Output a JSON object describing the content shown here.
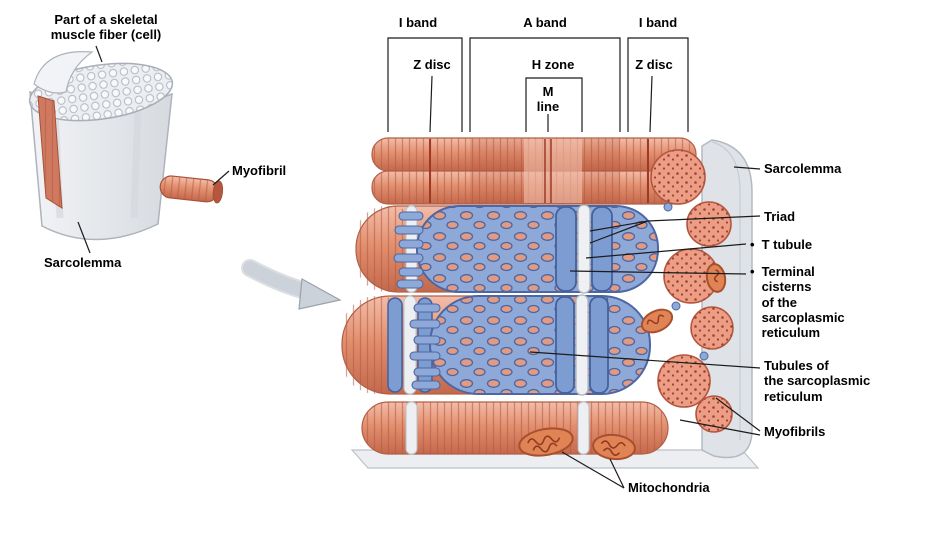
{
  "figure": {
    "inset": {
      "title": "Part of a skeletal\nmuscle fiber (cell)",
      "myofibril_label": "Myofibril",
      "sarcolemma_label": "Sarcolemma"
    },
    "bands": {
      "i_band_left": "I band",
      "a_band": "A band",
      "i_band_right": "I band",
      "z_disc_left": "Z disc",
      "h_zone": "H zone",
      "z_disc_right": "Z disc",
      "m_line": "M\nline"
    },
    "labels": {
      "bullet": "•",
      "sarcolemma": "Sarcolemma",
      "triad": "Triad",
      "t_tubule": "T tubule",
      "terminal_cisterns": "Terminal\ncisterns\nof the\nsarcoplasmic\nreticulum",
      "tubules_sr": "Tubules of\nthe sarcoplasmic\nreticulum",
      "myofibrils": "Myofibrils",
      "mitochondria": "Mitochondria"
    },
    "colors": {
      "myofibril_salmon": "#e8957b",
      "myofibril_dark": "#b5563f",
      "sr_blue": "#8ea9d8",
      "sr_blue_dark": "#4c67a3",
      "sarcolemma_gray": "#dfe3e8",
      "mitochondria_orange": "#e08355",
      "background": "#ffffff"
    }
  }
}
